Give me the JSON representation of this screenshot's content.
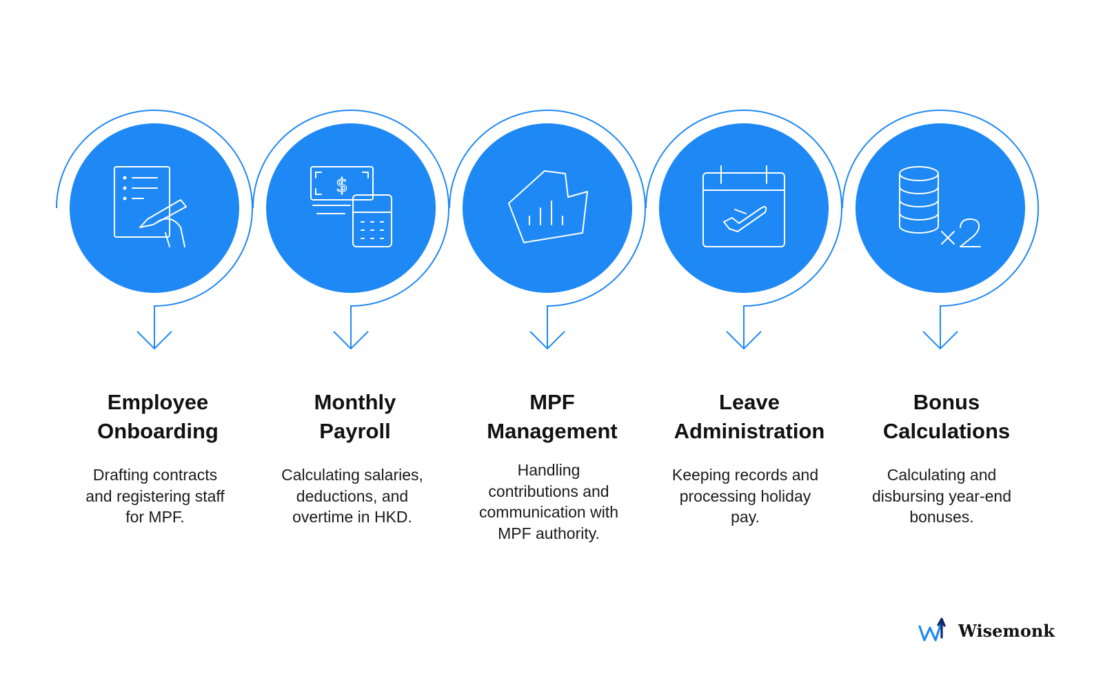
{
  "colors": {
    "circle_fill": "#1E88F5",
    "stroke": "#1E88F5",
    "icon_stroke": "#ffffff",
    "title_text": "#111111",
    "body_text": "#1a1a1a"
  },
  "steps": [
    {
      "icon": "contract-signing-icon",
      "title": "Employee\nOnboarding",
      "description": "Drafting contracts\nand registering staff\nfor MPF."
    },
    {
      "icon": "cash-calculator-icon",
      "title": "Monthly\nPayroll",
      "description": "Calculating salaries,\ndeductions, and\novertime in HKD."
    },
    {
      "icon": "pentagon-chart-icon",
      "title": "MPF\nManagement",
      "description": "Handling\ncontributions and\ncommunication with\nMPF authority."
    },
    {
      "icon": "calendar-plane-icon",
      "title": "Leave\nAdministration",
      "description": "Keeping records and\nprocessing holiday\npay."
    },
    {
      "icon": "coin-stack-multiply-icon",
      "title": "Bonus\nCalculations",
      "description": "Calculating and\ndisbursing year-end\nbonuses."
    }
  ],
  "brand": {
    "name": "Wisemonk",
    "logo_icon": "wisemonk-logo-icon"
  }
}
